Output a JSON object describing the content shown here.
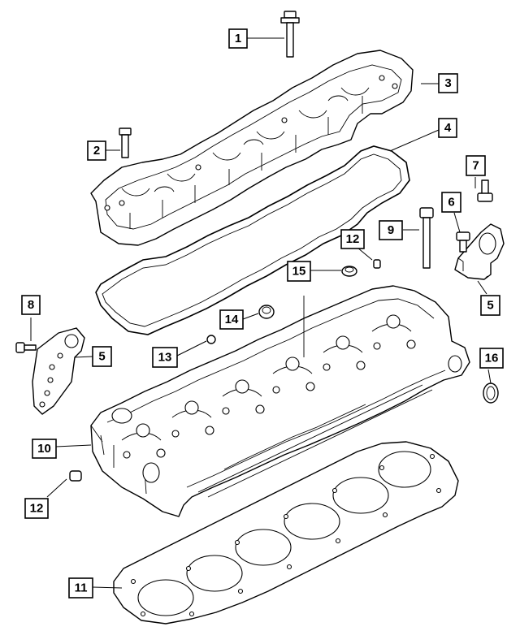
{
  "diagram": {
    "callouts": [
      {
        "id": "c1",
        "label": "1"
      },
      {
        "id": "c2",
        "label": "2"
      },
      {
        "id": "c3",
        "label": "3"
      },
      {
        "id": "c4",
        "label": "4"
      },
      {
        "id": "c5a",
        "label": "5"
      },
      {
        "id": "c5b",
        "label": "5"
      },
      {
        "id": "c6",
        "label": "6"
      },
      {
        "id": "c7",
        "label": "7"
      },
      {
        "id": "c8",
        "label": "8"
      },
      {
        "id": "c9",
        "label": "9"
      },
      {
        "id": "c10",
        "label": "10"
      },
      {
        "id": "c11",
        "label": "11"
      },
      {
        "id": "c12a",
        "label": "12"
      },
      {
        "id": "c12b",
        "label": "12"
      },
      {
        "id": "c13",
        "label": "13"
      },
      {
        "id": "c14",
        "label": "14"
      },
      {
        "id": "c15",
        "label": "15"
      },
      {
        "id": "c16",
        "label": "16"
      }
    ]
  }
}
